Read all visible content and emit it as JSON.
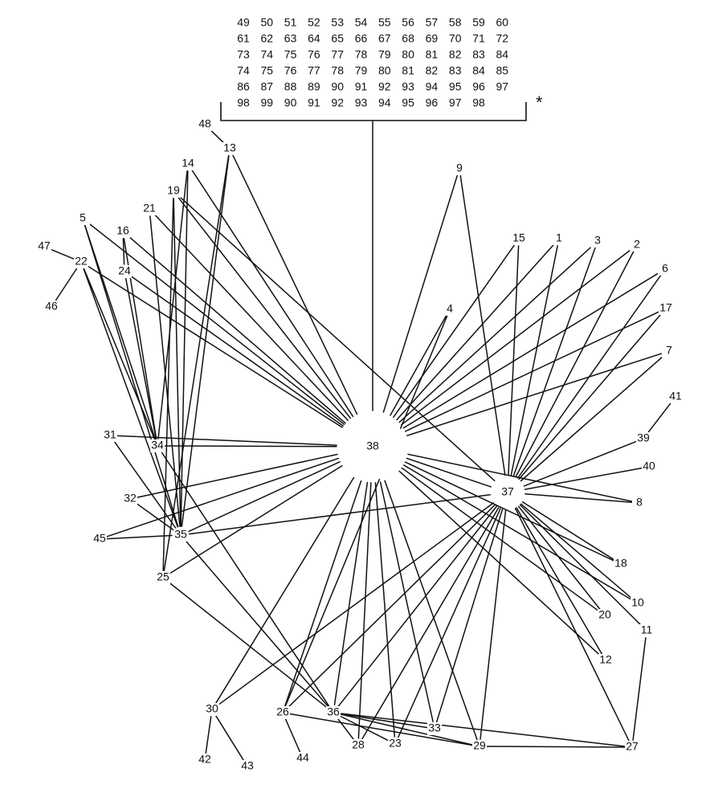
{
  "diagram": {
    "group_rows": [
      [
        "49",
        "50",
        "51",
        "52",
        "53",
        "54",
        "55",
        "56",
        "57",
        "58",
        "59",
        "60"
      ],
      [
        "61",
        "62",
        "63",
        "64",
        "65",
        "66",
        "67",
        "68",
        "69",
        "70",
        "71",
        "72"
      ],
      [
        "73",
        "74",
        "75",
        "76",
        "77",
        "78",
        "79",
        "80",
        "81",
        "82",
        "83",
        "84"
      ],
      [
        "74",
        "75",
        "76",
        "77",
        "78",
        "79",
        "80",
        "81",
        "82",
        "83",
        "84",
        "85"
      ],
      [
        "86",
        "87",
        "88",
        "89",
        "90",
        "91",
        "92",
        "93",
        "94",
        "95",
        "96",
        "97"
      ],
      [
        "98",
        "99",
        "90",
        "91",
        "92",
        "93",
        "94",
        "95",
        "96",
        "97",
        "98"
      ]
    ],
    "group_marker": "*",
    "nodes": [
      "1",
      "2",
      "3",
      "4",
      "5",
      "6",
      "7",
      "8",
      "9",
      "10",
      "11",
      "12",
      "13",
      "14",
      "15",
      "16",
      "17",
      "18",
      "19",
      "20",
      "21",
      "22",
      "23",
      "24",
      "25",
      "26",
      "27",
      "28",
      "29",
      "30",
      "31",
      "32",
      "33",
      "34",
      "35",
      "36",
      "37",
      "38",
      "39",
      "40",
      "41",
      "42",
      "43",
      "44",
      "45",
      "46",
      "47",
      "48"
    ],
    "hubs": [
      "38",
      "37",
      "34",
      "35",
      "36"
    ],
    "edges": [
      [
        "group",
        "38"
      ],
      [
        "38",
        "13"
      ],
      [
        "38",
        "14"
      ],
      [
        "38",
        "19"
      ],
      [
        "38",
        "21"
      ],
      [
        "38",
        "5"
      ],
      [
        "38",
        "16"
      ],
      [
        "38",
        "24"
      ],
      [
        "38",
        "22"
      ],
      [
        "38",
        "9"
      ],
      [
        "38",
        "4"
      ],
      [
        "38",
        "15"
      ],
      [
        "38",
        "1"
      ],
      [
        "38",
        "3"
      ],
      [
        "38",
        "2"
      ],
      [
        "38",
        "6"
      ],
      [
        "38",
        "17"
      ],
      [
        "38",
        "7"
      ],
      [
        "38",
        "31"
      ],
      [
        "38",
        "34"
      ],
      [
        "38",
        "32"
      ],
      [
        "38",
        "45"
      ],
      [
        "38",
        "35"
      ],
      [
        "38",
        "25"
      ],
      [
        "38",
        "30"
      ],
      [
        "38",
        "26"
      ],
      [
        "38",
        "36"
      ],
      [
        "38",
        "28"
      ],
      [
        "38",
        "23"
      ],
      [
        "38",
        "33"
      ],
      [
        "38",
        "29"
      ],
      [
        "38",
        "37"
      ],
      [
        "38",
        "8"
      ],
      [
        "38",
        "18"
      ],
      [
        "38",
        "10"
      ],
      [
        "38",
        "20"
      ],
      [
        "38",
        "12"
      ],
      [
        "37",
        "9"
      ],
      [
        "37",
        "19"
      ],
      [
        "37",
        "15"
      ],
      [
        "37",
        "1"
      ],
      [
        "37",
        "3"
      ],
      [
        "37",
        "2"
      ],
      [
        "37",
        "6"
      ],
      [
        "37",
        "17"
      ],
      [
        "37",
        "7"
      ],
      [
        "37",
        "39"
      ],
      [
        "37",
        "40"
      ],
      [
        "37",
        "8"
      ],
      [
        "37",
        "18"
      ],
      [
        "37",
        "20"
      ],
      [
        "37",
        "10"
      ],
      [
        "37",
        "11"
      ],
      [
        "37",
        "12"
      ],
      [
        "37",
        "27"
      ],
      [
        "37",
        "29"
      ],
      [
        "37",
        "23"
      ],
      [
        "37",
        "33"
      ],
      [
        "37",
        "28"
      ],
      [
        "37",
        "36"
      ],
      [
        "37",
        "26"
      ],
      [
        "37",
        "30"
      ],
      [
        "37",
        "35"
      ],
      [
        "34",
        "14"
      ],
      [
        "34",
        "5"
      ],
      [
        "34",
        "16"
      ],
      [
        "34",
        "24"
      ],
      [
        "34",
        "22"
      ],
      [
        "34",
        "36"
      ],
      [
        "35",
        "14"
      ],
      [
        "35",
        "13"
      ],
      [
        "35",
        "19"
      ],
      [
        "35",
        "21"
      ],
      [
        "35",
        "5"
      ],
      [
        "35",
        "22"
      ],
      [
        "35",
        "31"
      ],
      [
        "35",
        "32"
      ],
      [
        "35",
        "45"
      ],
      [
        "35",
        "36"
      ],
      [
        "25",
        "13"
      ],
      [
        "25",
        "19"
      ],
      [
        "25",
        "36"
      ],
      [
        "36",
        "33"
      ],
      [
        "36",
        "23"
      ],
      [
        "36",
        "28"
      ],
      [
        "36",
        "29"
      ],
      [
        "36",
        "27"
      ],
      [
        "26",
        "29"
      ],
      [
        "26",
        "4"
      ],
      [
        "22",
        "47"
      ],
      [
        "22",
        "46"
      ],
      [
        "13",
        "48"
      ],
      [
        "39",
        "41"
      ],
      [
        "30",
        "42"
      ],
      [
        "30",
        "43"
      ],
      [
        "26",
        "44"
      ],
      [
        "29",
        "27"
      ],
      [
        "27",
        "11"
      ],
      [
        "16",
        "24"
      ]
    ]
  }
}
